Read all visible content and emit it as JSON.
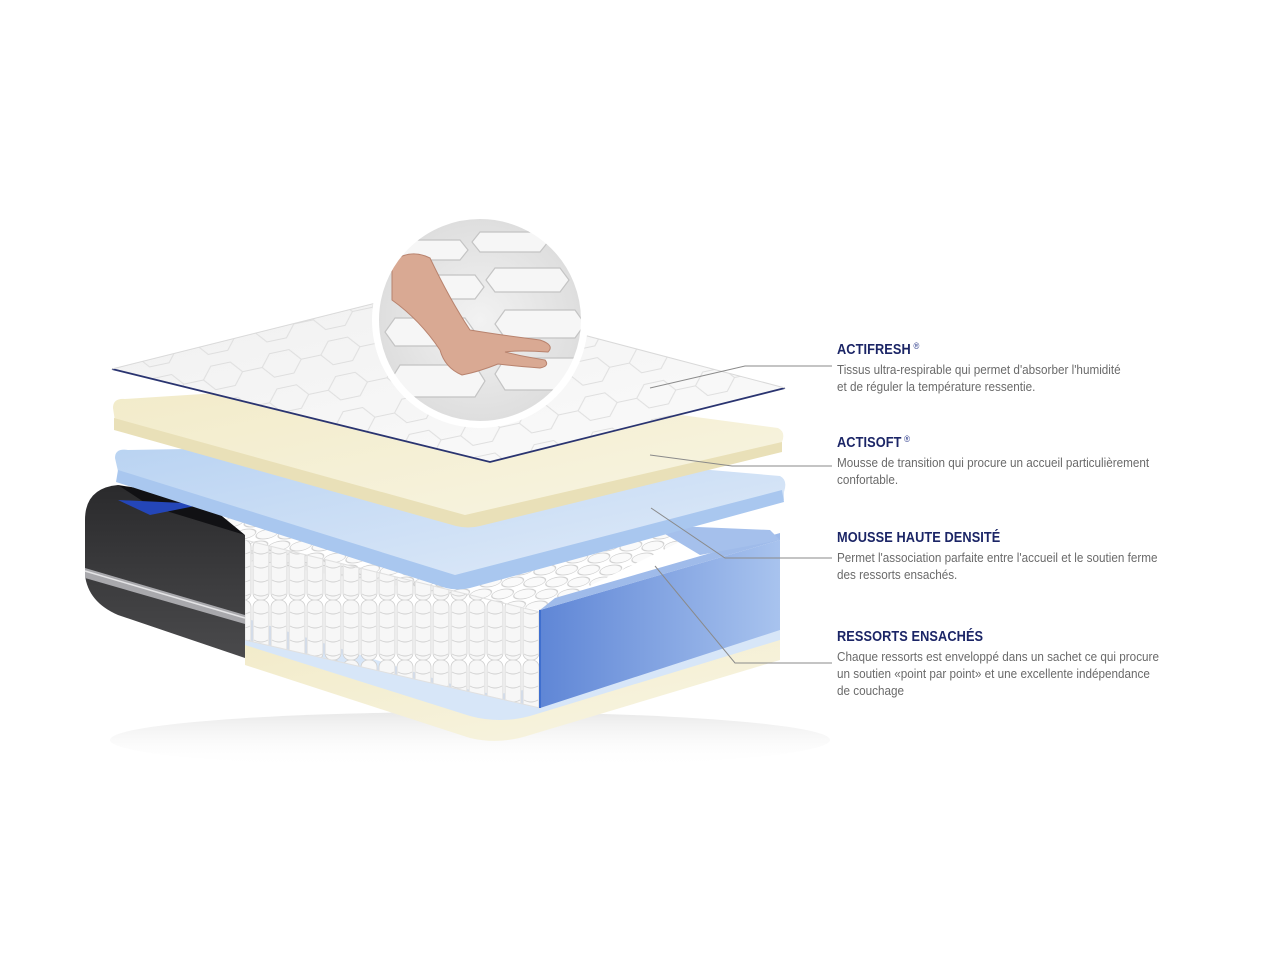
{
  "diagram": {
    "subject": "mattress-layers-cutaway",
    "colors": {
      "title_text": "#1b2566",
      "description_text": "#6a6a6a",
      "leader_line": "#8a8a8a",
      "cover_layer": "#f4f4f4",
      "cover_edge": "#2a3470",
      "actisoft_layer": "#f3efd2",
      "hd_foam_layer": "#cfe0f6",
      "side_foam": "#7fa3e0",
      "side_fabric": "#3a3a3c",
      "bottom_layer": "#f5f1d8"
    },
    "layers": [
      {
        "id": "actifresh",
        "title": "ACTIFRESH",
        "mark": "®",
        "description": "Tissus ultra-respirable qui permet d'absorber l'humidité\net de réguler la température ressentie."
      },
      {
        "id": "actisoft",
        "title": "ACTISOFT",
        "mark": "®",
        "description": "Mousse de transition qui procure un accueil particulièrement\nconfortable."
      },
      {
        "id": "hd-foam",
        "title": "MOUSSE HAUTE DENSITÉ",
        "mark": "",
        "description": "Permet l'association parfaite entre l'accueil et le soutien ferme\ndes ressorts ensachés."
      },
      {
        "id": "pocket-springs",
        "title": "RESSORTS ENSACHÉS",
        "mark": "",
        "description": "Chaque ressorts est enveloppé dans un sachet ce qui procure\nun soutien «point par point» et une excellente indépendance\nde couchage"
      }
    ],
    "inset": {
      "label": "hand-pressing-quilted-fabric-closeup"
    }
  }
}
